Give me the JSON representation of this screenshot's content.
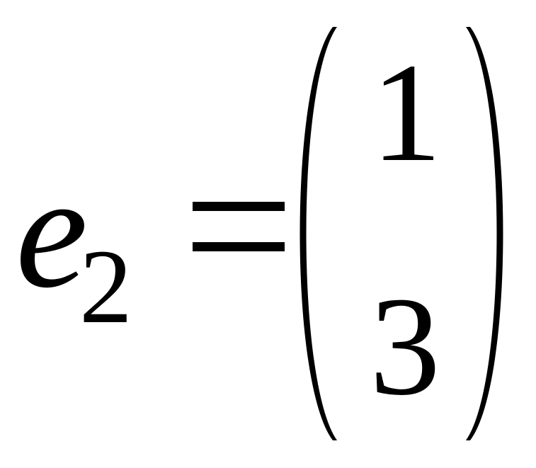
{
  "equation": {
    "variable": "e",
    "subscript": "2",
    "operator": "=",
    "vector": {
      "entries": [
        "1",
        "3"
      ]
    }
  }
}
